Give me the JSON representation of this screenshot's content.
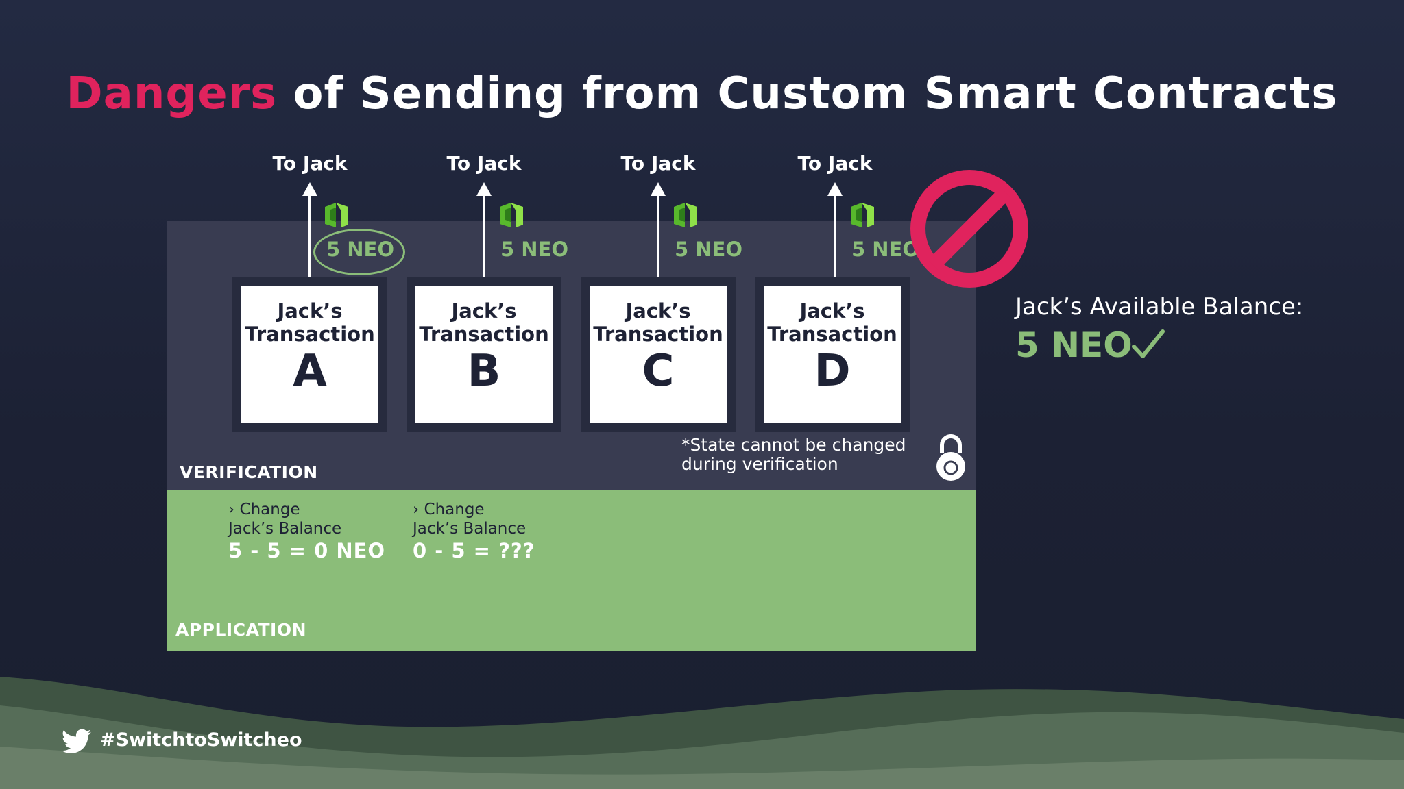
{
  "title": {
    "highlight": "Dangers",
    "rest": "of Sending from Custom Smart Contracts"
  },
  "colors": {
    "accent": "#e0235d",
    "green": "#8bbd79",
    "panel_dark": "#393c51",
    "background": "#1e2235"
  },
  "transactions": [
    {
      "to_label": "To Jack",
      "amount": "5 NEO",
      "line1": "Jack’s",
      "line2": "Transaction",
      "letter": "A"
    },
    {
      "to_label": "To Jack",
      "amount": "5 NEO",
      "line1": "Jack’s",
      "line2": "Transaction",
      "letter": "B"
    },
    {
      "to_label": "To Jack",
      "amount": "5 NEO",
      "line1": "Jack’s",
      "line2": "Transaction",
      "letter": "C"
    },
    {
      "to_label": "To Jack",
      "amount": "5 NEO",
      "line1": "Jack’s",
      "line2": "Transaction",
      "letter": "D"
    }
  ],
  "verification": {
    "label": "VERIFICATION",
    "note_line1": "*State cannot be changed",
    "note_line2": "during verification",
    "icon": "lock-icon"
  },
  "application": {
    "label": "APPLICATION",
    "steps": [
      {
        "line1": "› Change",
        "line2": "Jack’s Balance",
        "calc": "5 - 5 = 0 NEO"
      },
      {
        "line1": "› Change",
        "line2": "Jack’s Balance",
        "calc": "0 - 5 = ???"
      }
    ]
  },
  "balance": {
    "label": "Jack’s Available Balance:",
    "value": "5 NEO",
    "icon": "check-icon"
  },
  "blocked_icon": "forbidden-icon",
  "footer": {
    "icon": "twitter-icon",
    "hashtag": "#SwitchtoSwitcheo"
  }
}
